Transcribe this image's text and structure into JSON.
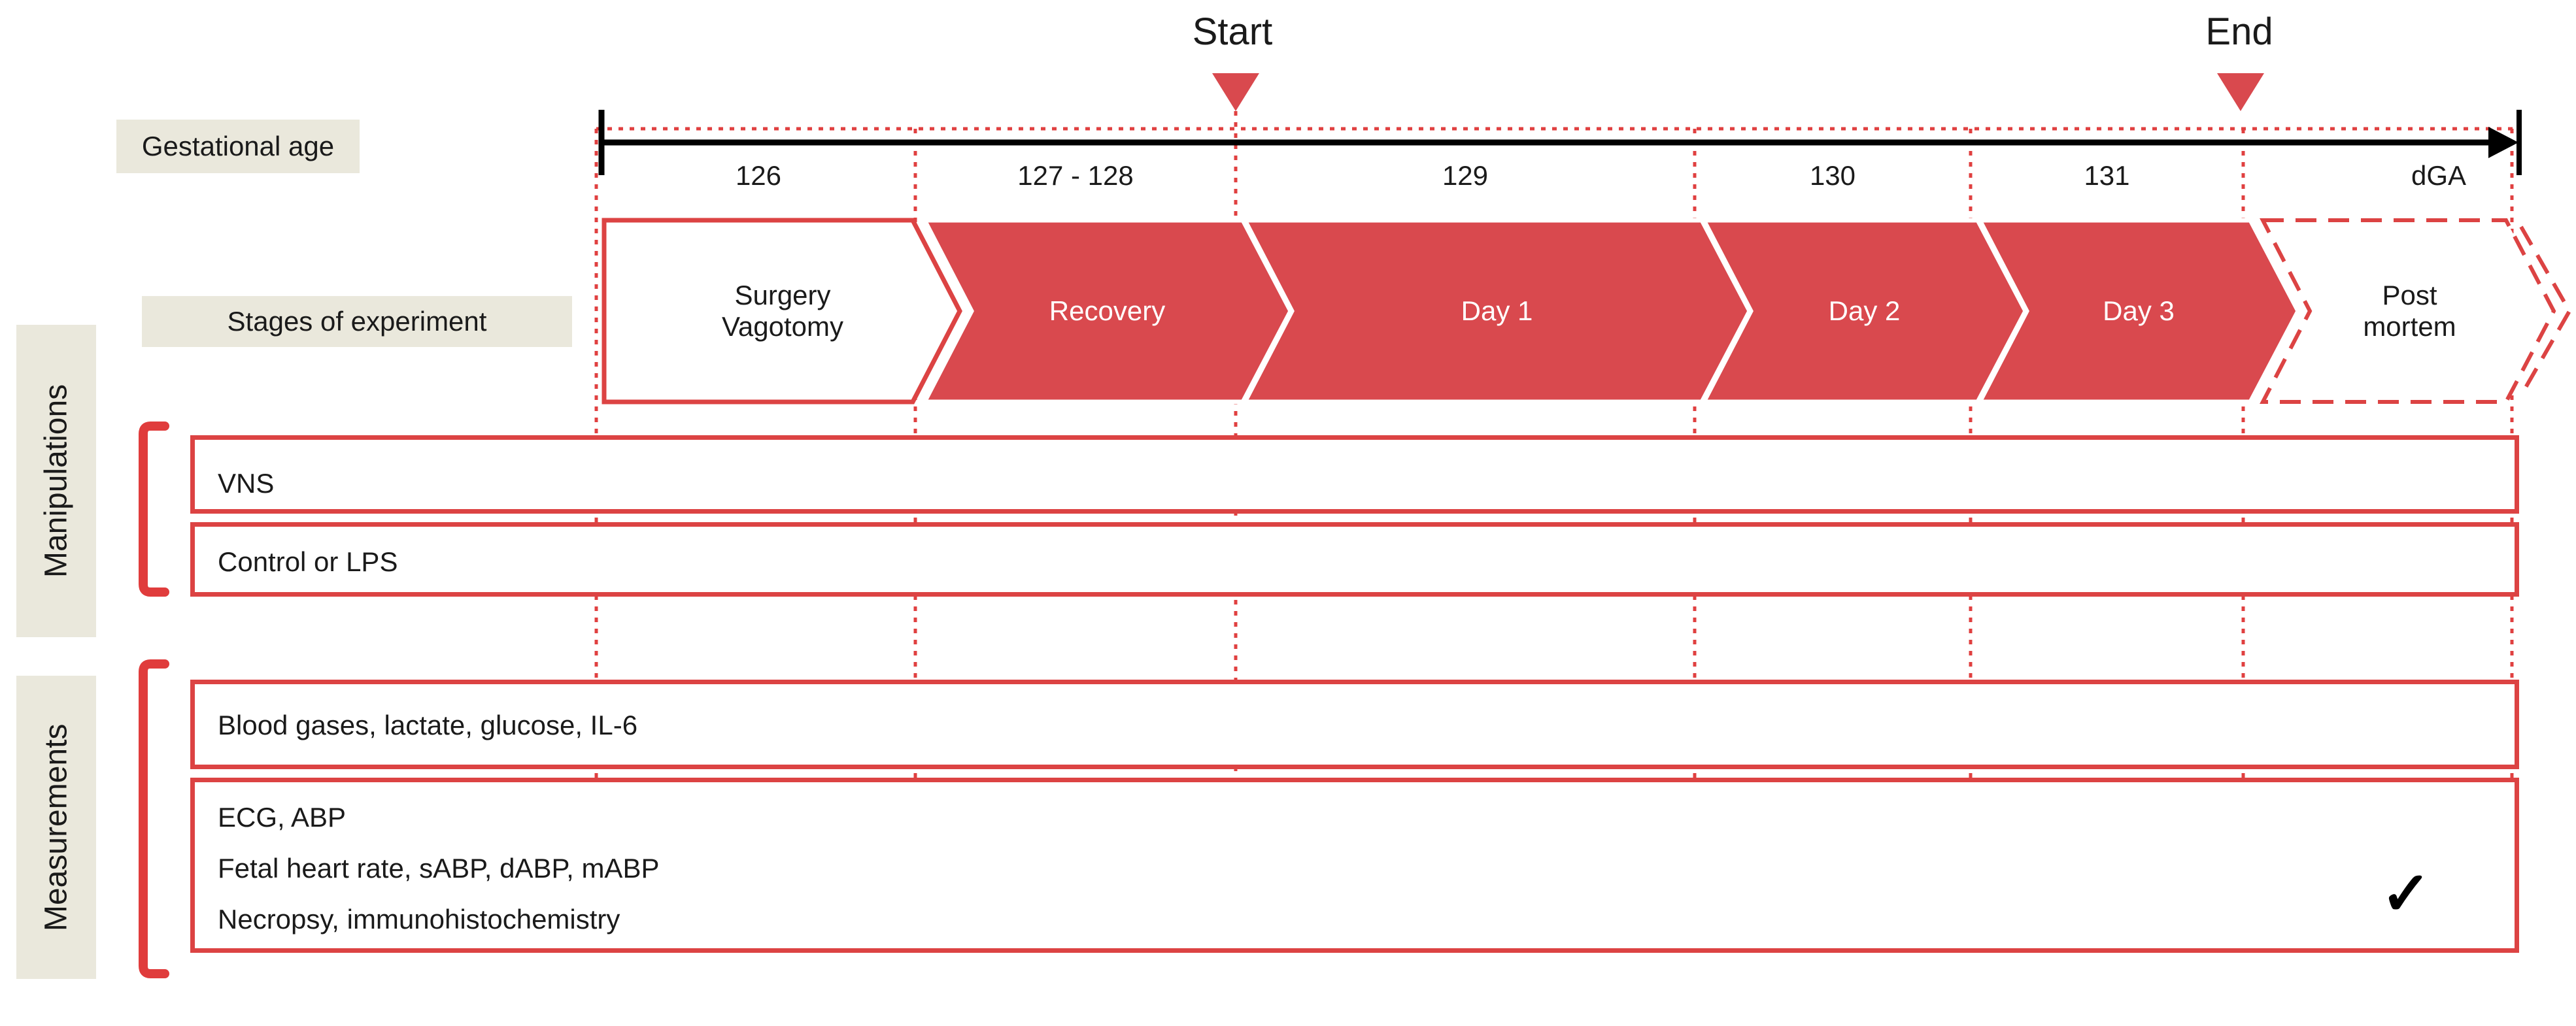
{
  "timeline": {
    "start_label": "Start",
    "end_label": "End",
    "age_label": "Gestational age",
    "axis_unit": "dGA",
    "ticks": [
      "126",
      "127 - 128",
      "129",
      "130",
      "131"
    ]
  },
  "stages": {
    "label": "Stages of experiment",
    "items": [
      {
        "label": "Surgery\nVagotomy"
      },
      {
        "label": "Recovery"
      },
      {
        "label": "Day 1"
      },
      {
        "label": "Day 2"
      },
      {
        "label": "Day 3"
      },
      {
        "label": "Post\nmortem"
      }
    ]
  },
  "manipulations": {
    "label": "Manipulations",
    "rows": [
      {
        "label": "VNS"
      },
      {
        "label": "Control or LPS"
      }
    ]
  },
  "measurements": {
    "label": "Measurements",
    "rows": [
      {
        "label": "Blood gases, lactate, glucose, IL-6"
      },
      {
        "label": "ECG, ABP\nFetal heart rate, sABP, dABP, mABP\nNecropsy, immunohistochemistry"
      }
    ],
    "checkmark": "✓"
  },
  "colors": {
    "chevron_red": "#d9494e",
    "line_red": "#dc4343",
    "arrow_blue": "#2e75b6",
    "arrow_gray": "#7f7f7f",
    "label_beige": "#eae8dc",
    "ink_black": "#1a1a1a"
  }
}
